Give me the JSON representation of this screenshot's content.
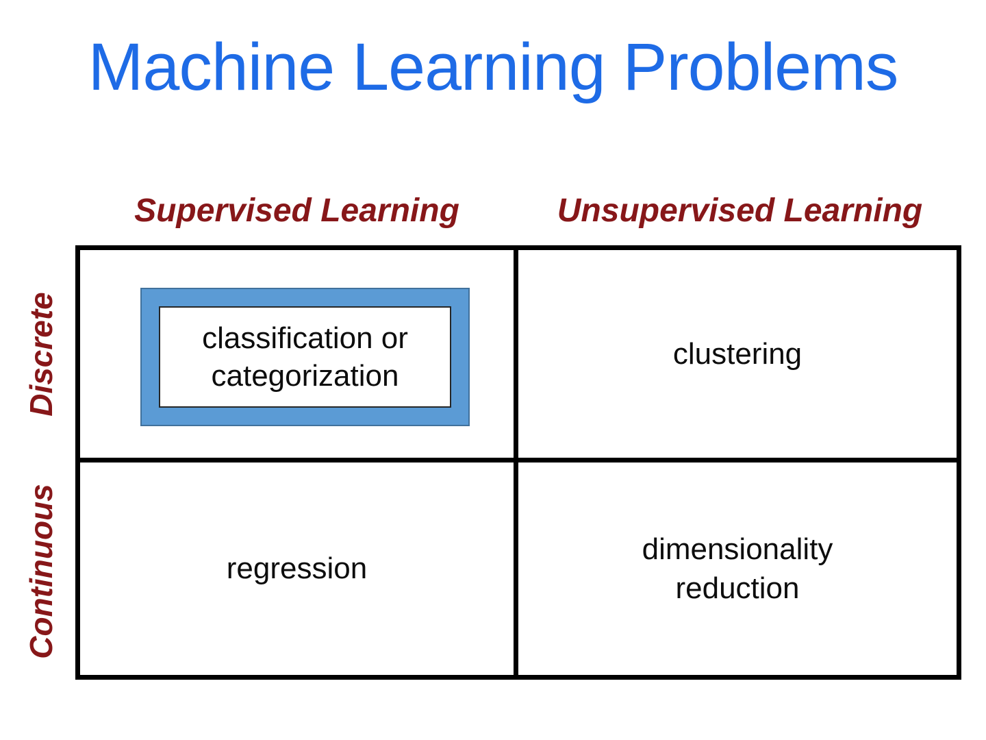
{
  "title": "Machine Learning Problems",
  "colors": {
    "title_blue": "#1E6BE6",
    "header_maroon": "#871719",
    "highlight_fill": "#5B9BD5",
    "highlight_border": "#41719C",
    "grid_black": "#000000"
  },
  "matrix": {
    "column_headers": [
      "Supervised Learning",
      "Unsupervised Learning"
    ],
    "row_labels": [
      "Discrete",
      "Continuous"
    ],
    "cells": [
      {
        "row": "Discrete",
        "column": "Supervised Learning",
        "label": "classification or categorization",
        "highlighted": true
      },
      {
        "row": "Discrete",
        "column": "Unsupervised Learning",
        "label": "clustering",
        "highlighted": false
      },
      {
        "row": "Continuous",
        "column": "Supervised Learning",
        "label": "regression",
        "highlighted": false
      },
      {
        "row": "Continuous",
        "column": "Unsupervised Learning",
        "label": "dimensionality reduction",
        "highlighted": false
      }
    ]
  }
}
